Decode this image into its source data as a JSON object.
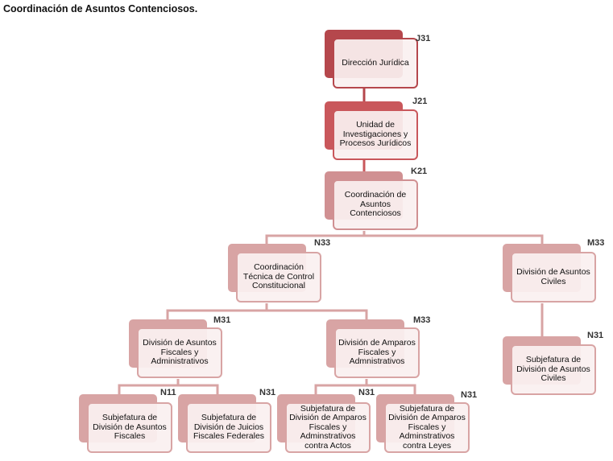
{
  "title": "Coordinación de Asuntos Contenciosos.",
  "nodes": {
    "j31": {
      "code": "J31",
      "label": "Dirección Jurídica"
    },
    "j21": {
      "code": "J21",
      "label": "Unidad de Investigaciones y Procesos Jurídicos"
    },
    "k21": {
      "code": "K21",
      "label": "Coordinación de Asuntos Contenciosos"
    },
    "n33": {
      "code": "N33",
      "label": "Coordinación Técnica de Control Constitucional"
    },
    "m33r": {
      "code": "M33",
      "label": "División de Asuntos Civiles"
    },
    "m31": {
      "code": "M31",
      "label": "División de Asuntos Fiscales y Administrativos"
    },
    "m33m": {
      "code": "M33",
      "label": "División de Amparos Fiscales y Admnistrativos"
    },
    "n31r": {
      "code": "N31",
      "label": "Subjefatura de División de Asuntos Civiles"
    },
    "n11": {
      "code": "N11",
      "label": "Subjefatura de División de Asuntos Fiscales"
    },
    "n31a": {
      "code": "N31",
      "label": "Subjefatura de División de Juicios Fiscales Federales"
    },
    "n31b": {
      "code": "N31",
      "label": "Subjefatura de División de Amparos Fiscales y Adminstrativos contra Actos"
    },
    "n31c": {
      "code": "N31",
      "label": "Subjefatura de División de Amparos Fiscales y Adminstrativos contra Leyes"
    }
  }
}
